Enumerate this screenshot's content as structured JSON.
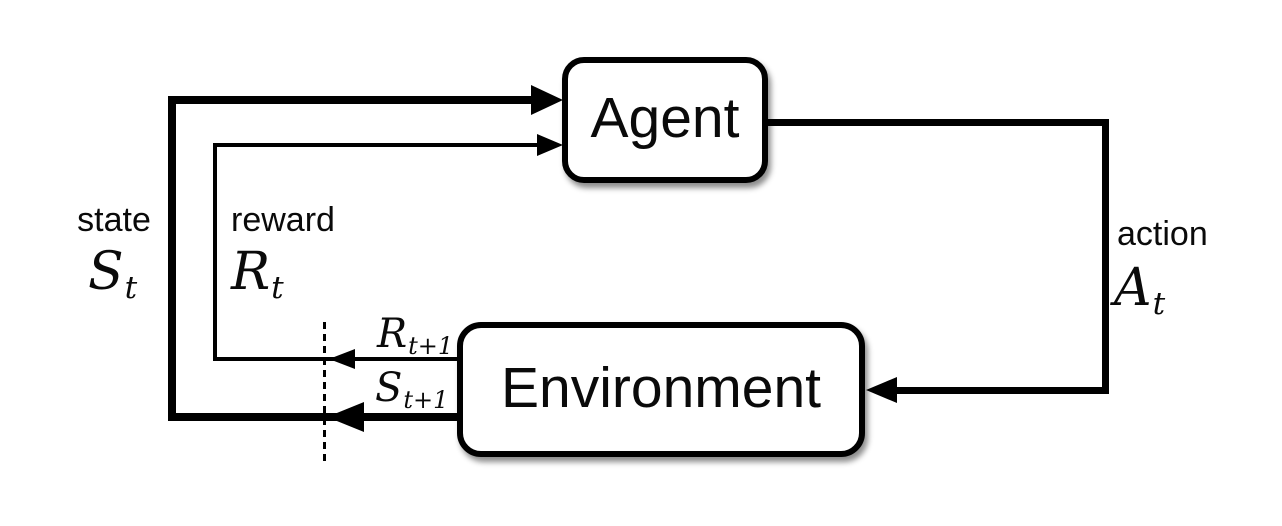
{
  "diagram": {
    "title_implicit": "agent-environment interaction loop",
    "agent": {
      "label": "Agent"
    },
    "environment": {
      "label": "Environment"
    },
    "state": {
      "word": "state",
      "symbol": "S",
      "subscript": "t"
    },
    "reward": {
      "word": "reward",
      "symbol": "R",
      "subscript": "t"
    },
    "action": {
      "word": "action",
      "symbol": "A",
      "subscript": "t"
    },
    "next_reward": {
      "symbol": "R",
      "subscript": "t+1"
    },
    "next_state": {
      "symbol": "S",
      "subscript": "t+1"
    },
    "colors": {
      "line": "#000000",
      "box_fill": "#ffffff",
      "background": "#ffffff",
      "text": "#0a0a0a"
    }
  }
}
